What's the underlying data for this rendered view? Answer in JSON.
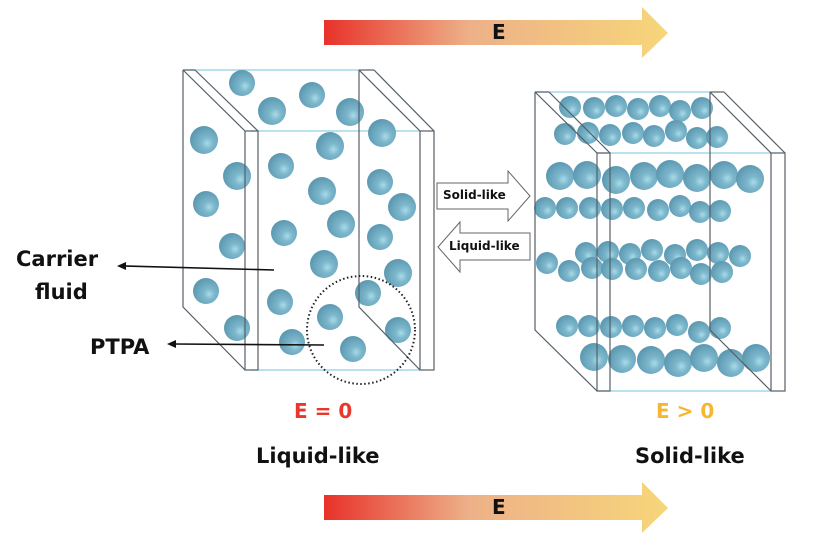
{
  "field_arrows": {
    "top_label": "E",
    "bottom_label": "E",
    "gradient_start": "#e8322a",
    "gradient_mid": "#edb088",
    "gradient_end": "#f7d67a"
  },
  "left_cell": {
    "condition": "E = 0",
    "condition_color": "#e8372c",
    "state": "Liquid-like",
    "arrangement": "random dispersed particles"
  },
  "right_cell": {
    "condition": "E > 0",
    "condition_color": "#f5b732",
    "state": "Solid-like",
    "arrangement": "particles aligned in chains"
  },
  "transition_arrows": {
    "forward": "Solid-like",
    "backward": "Liquid-like"
  },
  "annotations": {
    "carrier_fluid": "Carrier\nfluid",
    "carrier_fluid_line1": "Carrier",
    "carrier_fluid_line2": "fluid",
    "ptpa": "PTPA"
  },
  "colors": {
    "particle": "#6aa8c0",
    "particle_highlight": "#a8dbe9",
    "electrode_edge": "#555f66",
    "cell_edge": "#8fcfe6"
  }
}
